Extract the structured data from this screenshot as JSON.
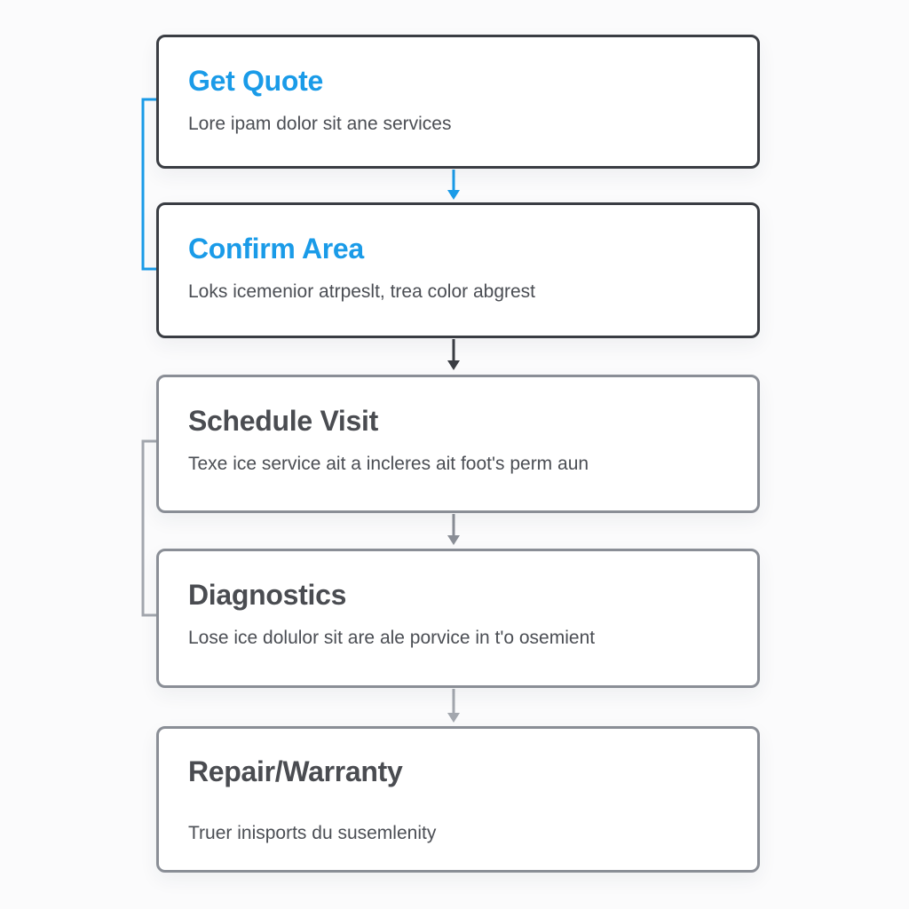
{
  "steps": [
    {
      "title": "Get Quote",
      "description": "Lore ipam dolor sit ane services",
      "state": "active"
    },
    {
      "title": "Confirm Area",
      "description": "Loks icemenior atrpeslt, trea color abgrest",
      "state": "active"
    },
    {
      "title": "Schedule Visit",
      "description": "Texe ice service ait a incleres ait foot's perm aun",
      "state": "pending"
    },
    {
      "title": "Diagnostics",
      "description": "Lose ice dolulor sit are ale porvice in t'o osemient",
      "state": "pending"
    },
    {
      "title": "Repair/Warranty",
      "description": "Truer inisports du susemlenity",
      "state": "pending"
    }
  ],
  "colors": {
    "active_title": "#1a9be8",
    "pending_title": "#4a4c51",
    "dark_border": "#3a3d43",
    "gray_border": "#8a8e96",
    "blue_connector": "#1a9be8"
  }
}
